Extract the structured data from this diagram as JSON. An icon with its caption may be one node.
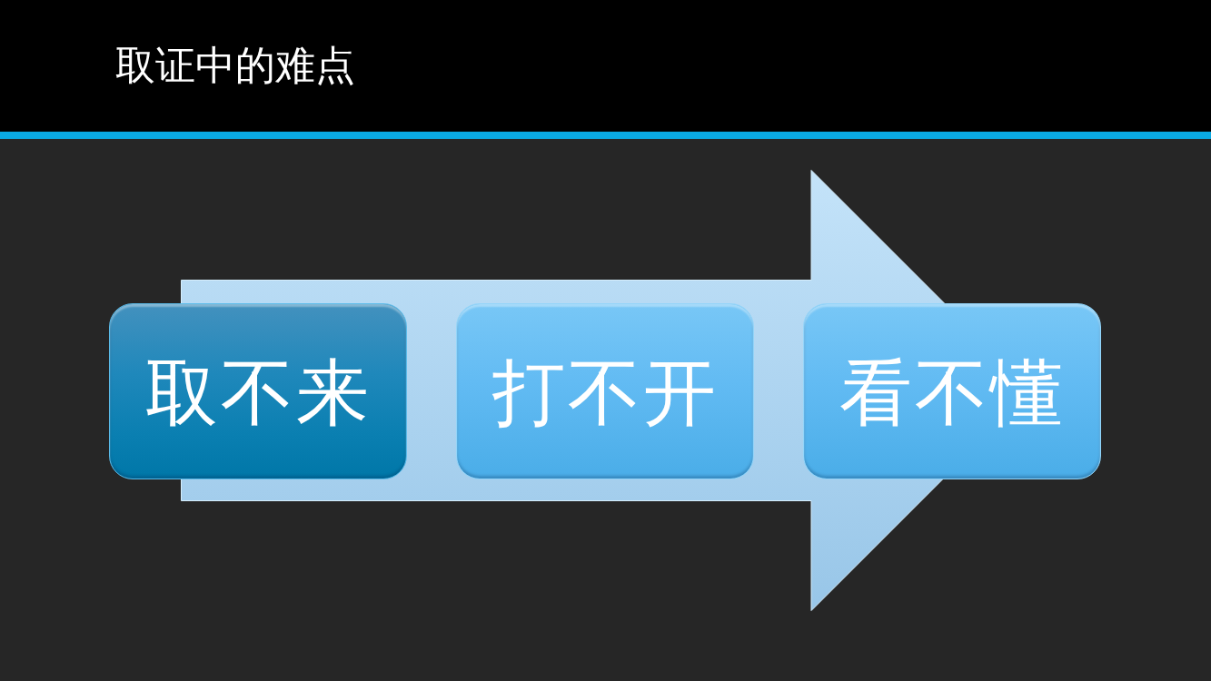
{
  "diagram": {
    "title": "取证中的难点",
    "nodes": [
      {
        "text": [],
        "shape": "arrow"
      },
      {
        "text": [
          "取不来"
        ]
      },
      {
        "text": [
          "打不开"
        ],
        "in": 0
      },
      {
        "text": [
          "看不懂"
        ]
      }
    ]
  }
}
